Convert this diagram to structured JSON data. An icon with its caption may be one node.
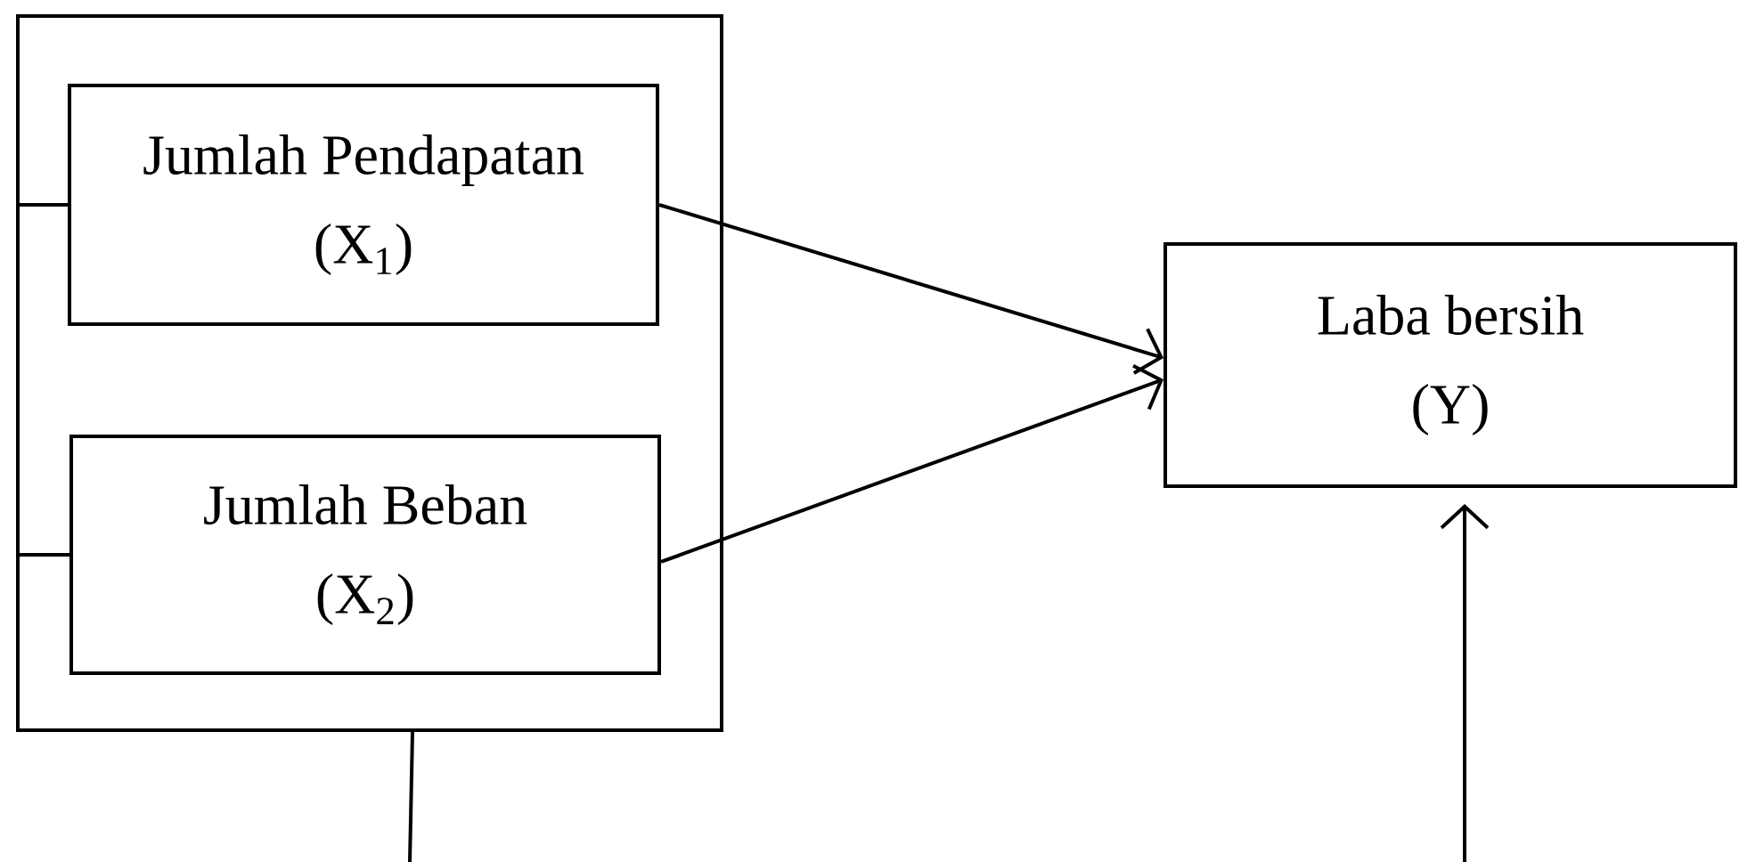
{
  "diagram": {
    "nodes": [
      {
        "text": [],
        "shape": "box"
      },
      {
        "text": [
          "Jumlah Pendapatan",
          "(X$_{1}$)"
        ],
        "in": 0
      },
      {
        "text": [
          "Jumlah Beban",
          "(X$_{2}$)"
        ],
        "in": 0
      },
      {
        "text": [
          "Laba bersih",
          "(Y)"
        ]
      }
    ],
    "edges": [
      {
        "from": 1,
        "to": 3,
        "arrow": "to"
      },
      {
        "from": 2,
        "to": 3,
        "arrow": "to"
      },
      {
        "from": 0,
        "to": 1,
        "arrow": "none"
      },
      {
        "from": 0,
        "to": 2,
        "arrow": "none"
      },
      {
        "from": 0,
        "to": null,
        "arrow": "none"
      },
      {
        "from": null,
        "to": 3,
        "arrow": "to"
      }
    ]
  }
}
